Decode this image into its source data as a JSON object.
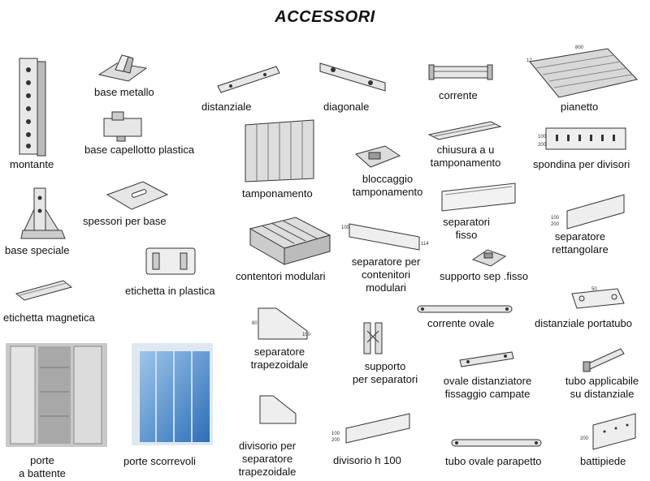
{
  "title": "ACCESSORI",
  "items": {
    "montante": "montante",
    "base_metallo": "base metallo",
    "distanziale": "distanziale",
    "diagonale": "diagonale",
    "corrente": "corrente",
    "pianetto": "pianetto",
    "base_capellotto": "base capellotto plastica",
    "tamponamento": "tamponamento",
    "bloccaggio_1": "bloccaggio",
    "bloccaggio_2": "tamponamento",
    "chiusura_1": "chiusura a u",
    "chiusura_2": "tamponamento",
    "spondina": "spondina per divisori",
    "spessori": "spessori per base",
    "base_speciale": "base speciale",
    "separatori_fisso_1": "separatori",
    "separatori_fisso_2": "fisso",
    "separatore_rett_1": "separatore",
    "separatore_rett_2": "rettangolare",
    "etichetta_plastica": "etichetta in plastica",
    "contentori": "contentori modulari",
    "sep_contenitori_1": "separatore per",
    "sep_contenitori_2": "contenitori",
    "sep_contenitori_3": "modulari",
    "supporto_sep_fisso": "supporto sep .fisso",
    "etichetta_magnetica": "etichetta magnetica",
    "corrente_ovale": "corrente ovale",
    "distanziale_portatubo": "distanziale portatubo",
    "sep_trap_1": "separatore",
    "sep_trap_2": "trapezoidale",
    "supporto_sep_1": "supporto",
    "supporto_sep_2": "per separatori",
    "ovale_dist_1": "ovale distanziatore",
    "ovale_dist_2": "fissaggio campate",
    "tubo_app_1": "tubo applicabile",
    "tubo_app_2": "su distanziale",
    "porte_battente_1": "porte",
    "porte_battente_2": "a battente",
    "porte_scorrevoli": "porte scorrevoli",
    "divisorio_trap_1": "divisorio per",
    "divisorio_trap_2": "separatore",
    "divisorio_trap_3": "trapezoidale",
    "divisorio_h100": "divisorio h 100",
    "tubo_ovale_parapetto": "tubo ovale parapetto",
    "battipiede": "battipiede"
  },
  "dimension_marks": {
    "pianetto_w": "800",
    "pianetto_d": "12",
    "spondina_h1": "100",
    "spondina_h2": "200",
    "sep_rett_h1": "100",
    "sep_rett_h2": "200",
    "sep_trap_h": "80",
    "sep_trap_w": "100",
    "sep_cont_a": "100",
    "sep_cont_b": "114",
    "div_h100": "100",
    "div_h200": "200",
    "battipiede_h": "200",
    "portatubo": "50"
  }
}
